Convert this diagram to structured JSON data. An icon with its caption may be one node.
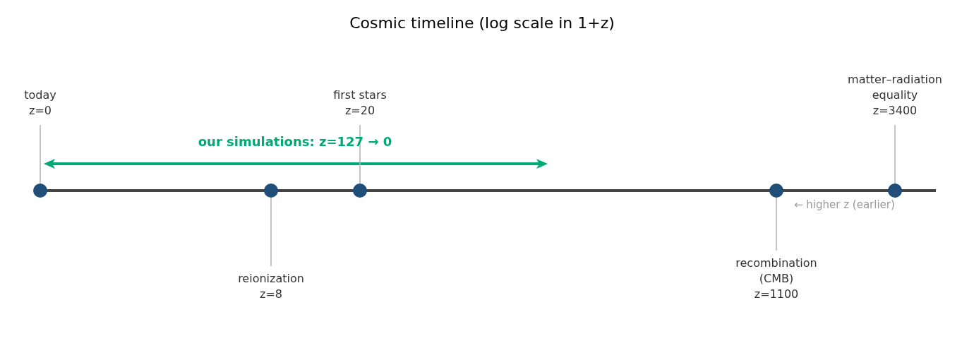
{
  "diagram": {
    "title": "Cosmic timeline (log scale in 1+z)",
    "nodes": [
      {
        "text": [
          "today",
          "z=0"
        ]
      },
      {
        "text": [
          "first stars",
          "z=20"
        ]
      },
      {
        "text": [
          "matter–radiation equality",
          "z=3400"
        ]
      },
      {
        "text": [],
        "shape": "circle"
      },
      {
        "text": [],
        "shape": "circle"
      },
      {
        "text": [],
        "shape": "circle"
      },
      {
        "text": [],
        "shape": "circle"
      },
      {
        "text": [],
        "shape": "circle"
      },
      {
        "text": [
          "reionization",
          "z=8"
        ]
      },
      {
        "text": [
          "recombination (CMB)",
          "z=1100"
        ]
      }
    ],
    "edges": [
      {
        "from": 0,
        "to": 3,
        "arrow": "none"
      },
      {
        "from": 1,
        "to": 5,
        "arrow": "none"
      },
      {
        "from": 2,
        "to": 7,
        "arrow": "none"
      },
      {
        "from": 8,
        "to": 4,
        "arrow": "none"
      },
      {
        "from": 9,
        "to": 6,
        "arrow": "none"
      }
    ],
    "labels": [
      "our simulations: z=127 → 0",
      "← higher z (earlier)"
    ]
  }
}
